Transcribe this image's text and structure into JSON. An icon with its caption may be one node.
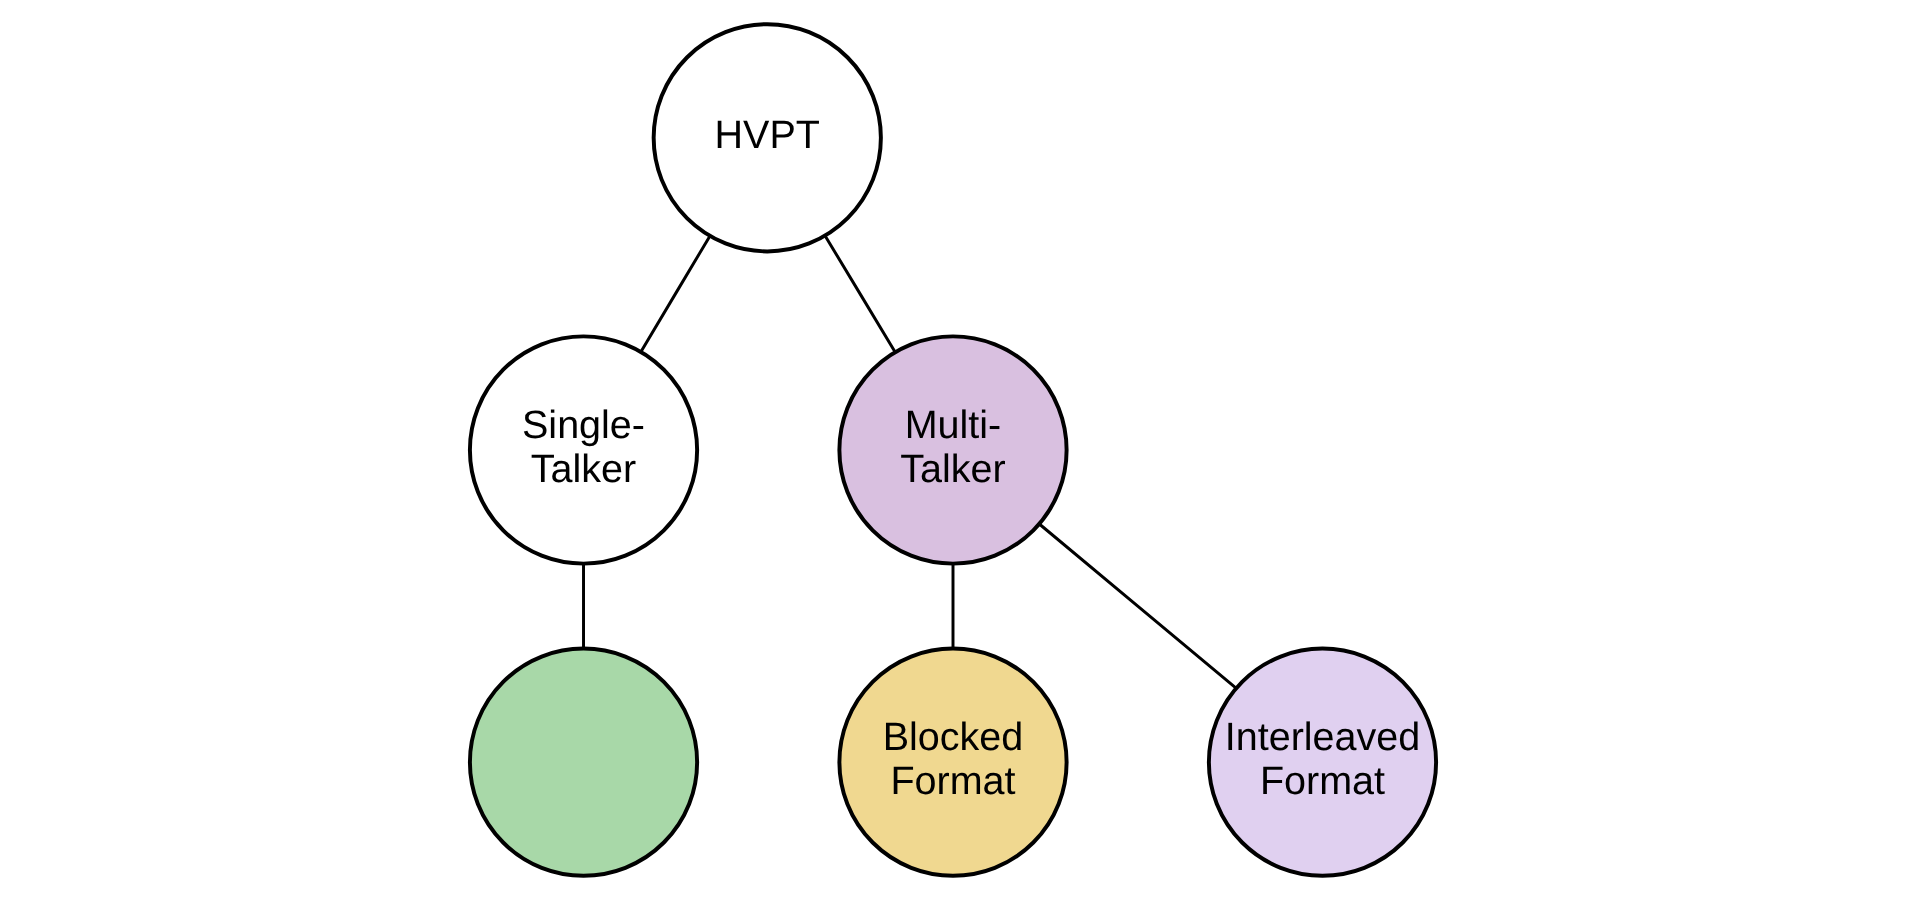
{
  "diagram": {
    "nodes": [
      {
        "text": [
          "HVPT"
        ]
      },
      {
        "text": [
          "Single-Talker"
        ]
      },
      {
        "text": [
          "Multi-Talker"
        ]
      },
      {
        "text": [],
        "shape": "circle"
      },
      {
        "text": [
          "Blocked Format"
        ]
      },
      {
        "text": [
          "Interleaved Format"
        ]
      }
    ],
    "edges": [
      {
        "from": 0,
        "to": 1,
        "arrow": "none"
      },
      {
        "from": 0,
        "to": 2,
        "arrow": "none"
      },
      {
        "from": 1,
        "to": 3,
        "arrow": "none"
      },
      {
        "from": 2,
        "to": 4,
        "arrow": "none"
      },
      {
        "from": 2,
        "to": 5,
        "arrow": "none"
      }
    ]
  }
}
